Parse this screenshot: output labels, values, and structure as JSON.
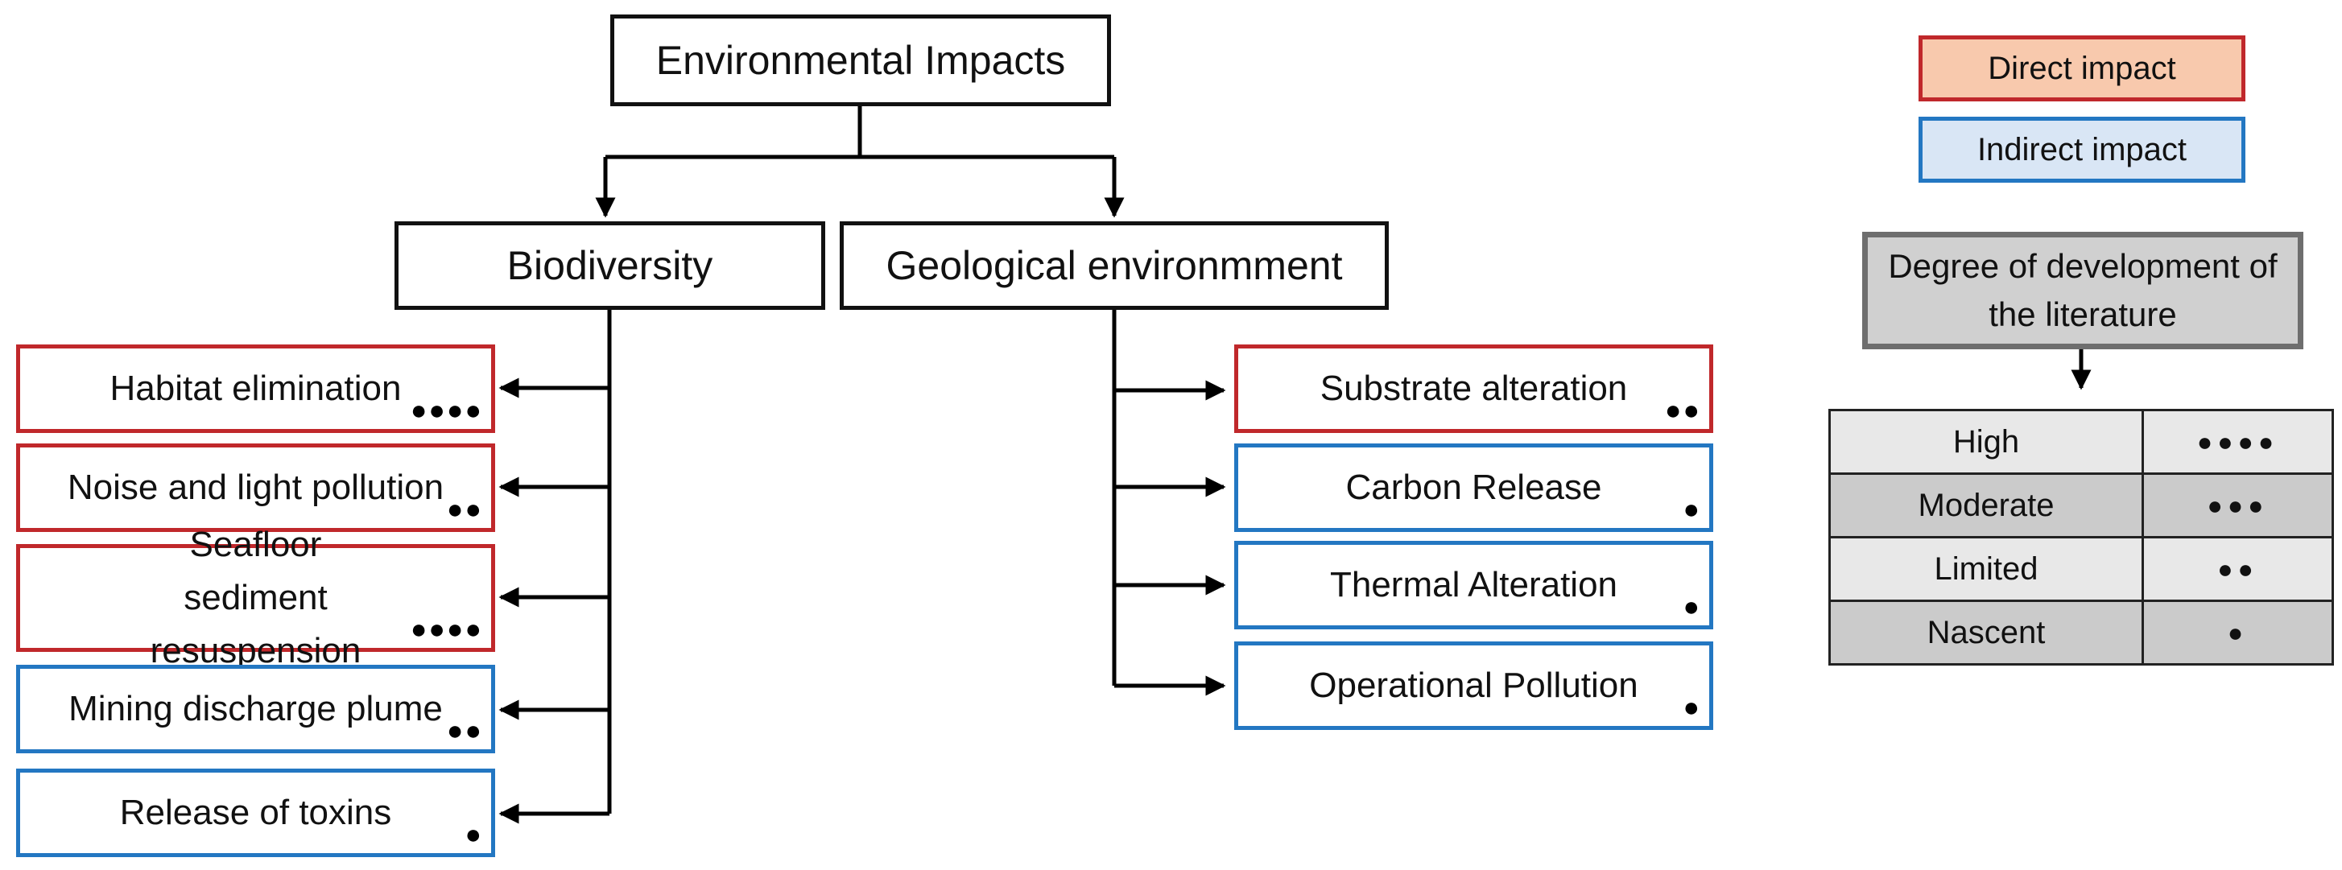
{
  "root": {
    "label": "Environmental Impacts"
  },
  "branches": [
    {
      "label": "Biodiversity",
      "items": [
        {
          "label": "Habitat elimination",
          "type": "direct",
          "dots": "●●●●"
        },
        {
          "label": "Noise and light pollution",
          "type": "direct",
          "dots": "●●"
        },
        {
          "label": "Seafloor sediment resuspension",
          "type": "direct",
          "dots": "●●●●"
        },
        {
          "label": "Mining discharge plume",
          "type": "indirect",
          "dots": "●●"
        },
        {
          "label": "Release of toxins",
          "type": "indirect",
          "dots": "●"
        }
      ]
    },
    {
      "label": "Geological environmment",
      "items": [
        {
          "label": "Substrate alteration",
          "type": "direct",
          "dots": "●●"
        },
        {
          "label": "Carbon Release",
          "type": "indirect",
          "dots": "●"
        },
        {
          "label": "Thermal Alteration",
          "type": "indirect",
          "dots": "●"
        },
        {
          "label": "Operational Pollution",
          "type": "indirect",
          "dots": "●"
        }
      ]
    }
  ],
  "legend": {
    "direct": "Direct impact",
    "indirect": "Indirect impact",
    "degree_title": "Degree of development of the literature",
    "levels": [
      {
        "label": "High",
        "dots": "●●●●"
      },
      {
        "label": "Moderate",
        "dots": "●●●"
      },
      {
        "label": "Limited",
        "dots": "●●"
      },
      {
        "label": "Nascent",
        "dots": "●"
      }
    ]
  },
  "colors": {
    "direct_border": "#c0282b",
    "indirect_border": "#2377c2",
    "direct_fill": "#f8c9ad",
    "indirect_fill": "#d9e6f5"
  }
}
